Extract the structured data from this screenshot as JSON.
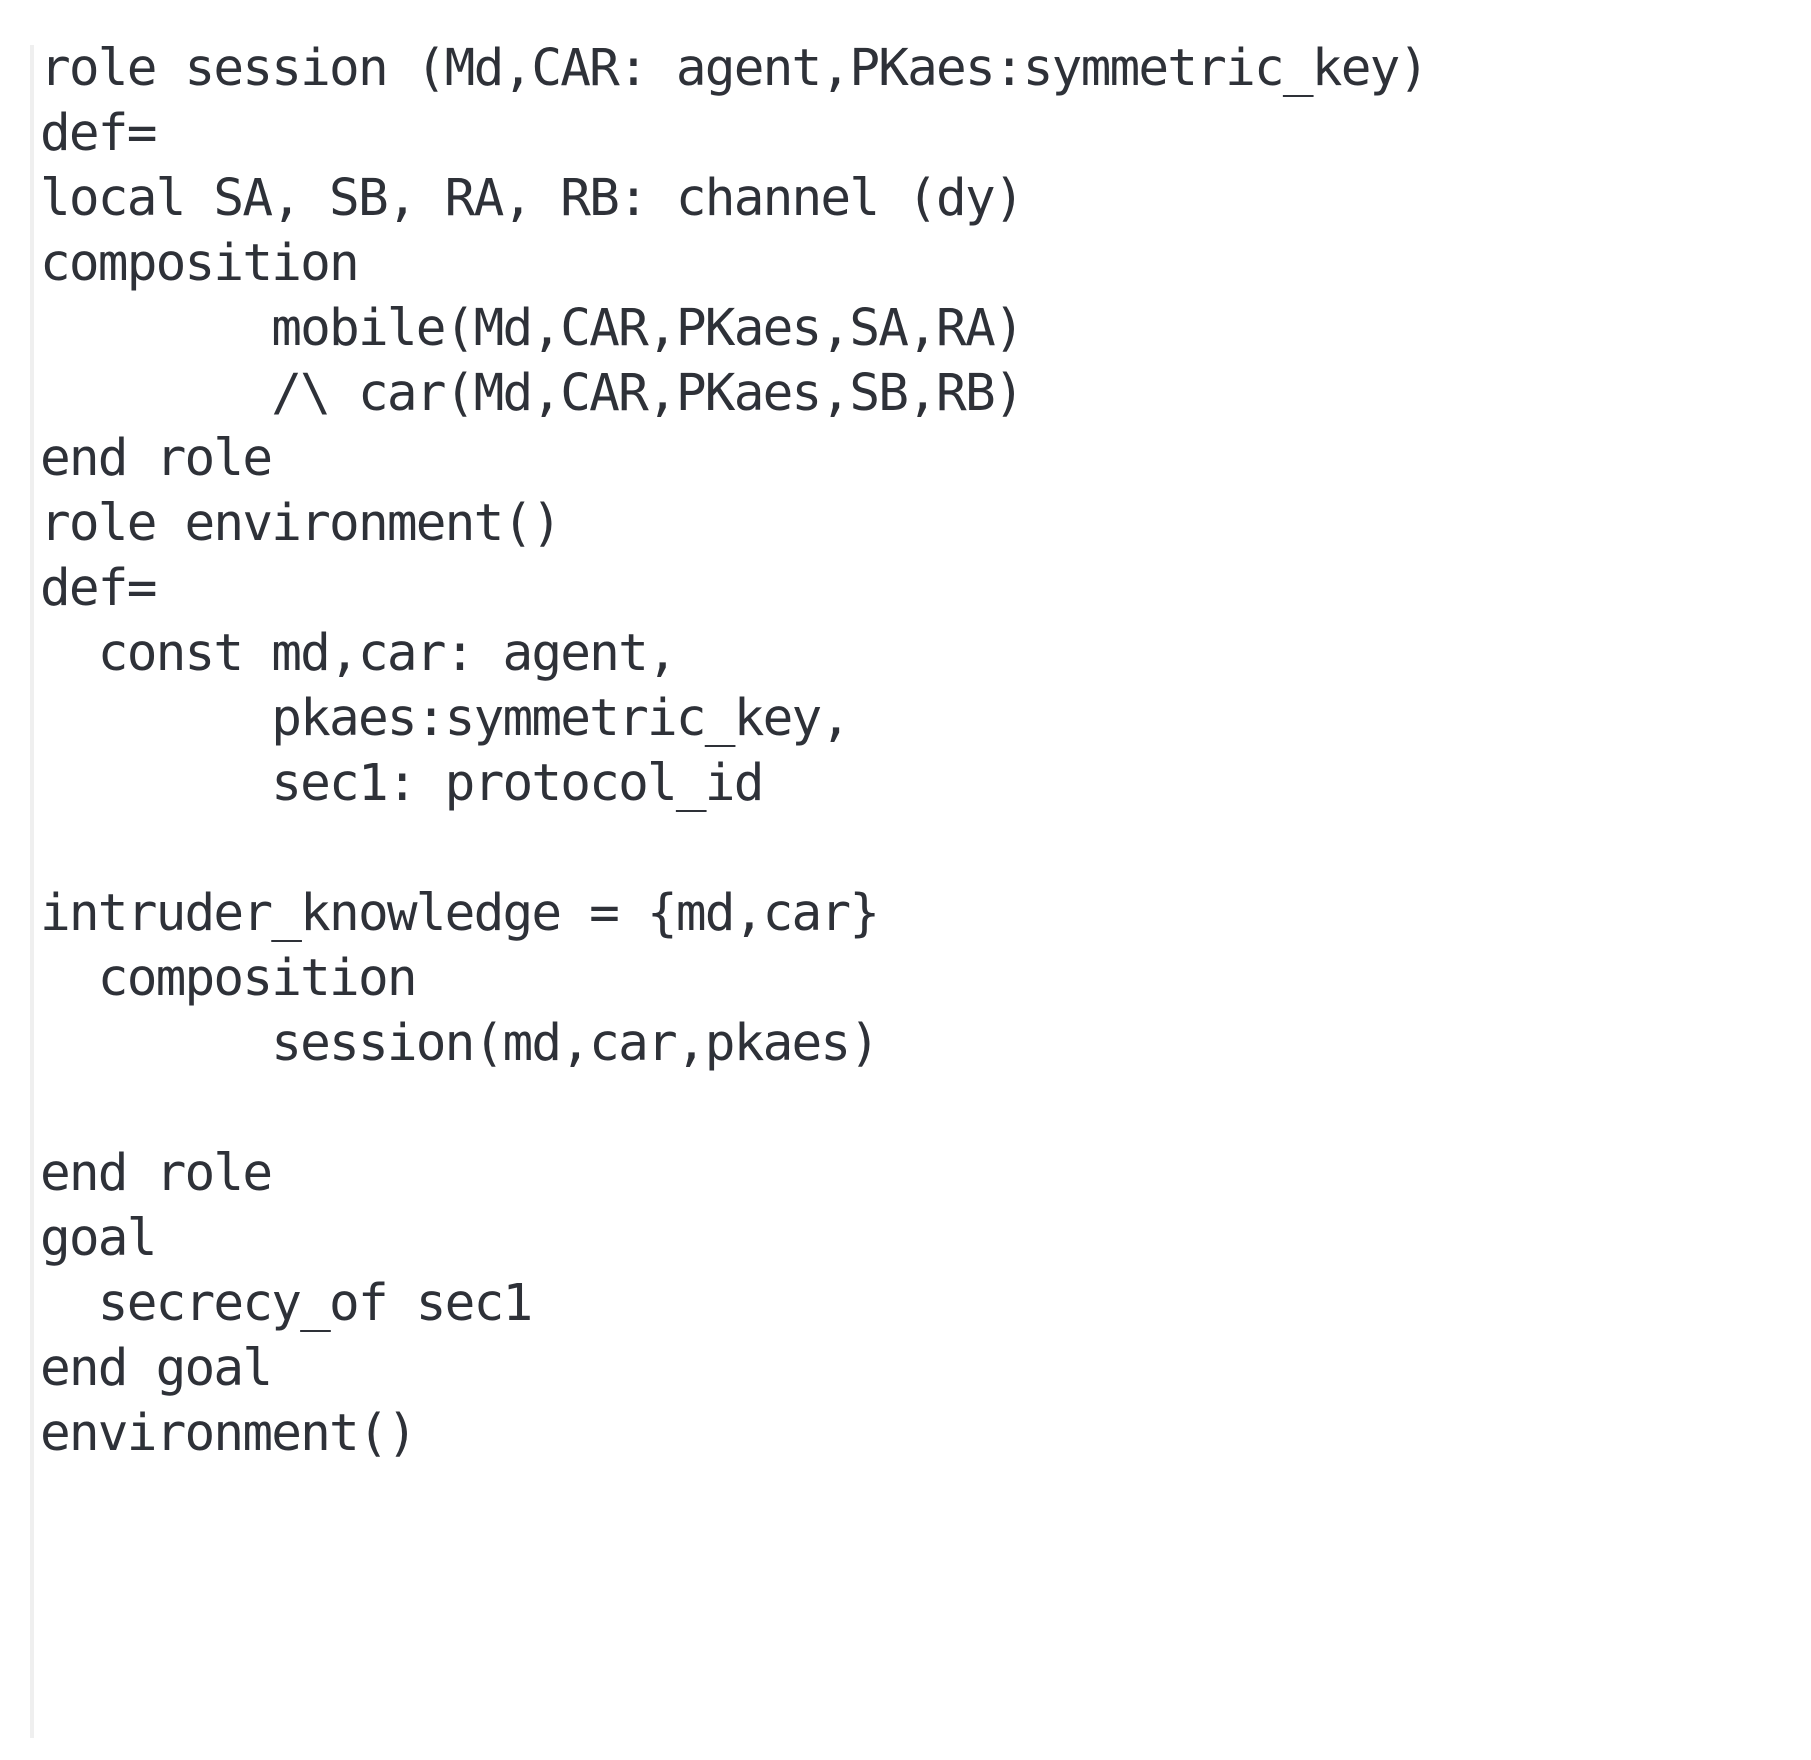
{
  "figure": {
    "kind": "code-listing",
    "language": "HLPSL",
    "background_color": "#ffffff",
    "text_color": "#2e3138",
    "gutter_rule_color": "#efefef"
  },
  "code": {
    "lines": [
      "role session (Md,CAR: agent,PKaes:symmetric_key)",
      "def=",
      "local SA, SB, RA, RB: channel (dy)",
      "composition",
      "        mobile(Md,CAR,PKaes,SA,RA)",
      "        /\\ car(Md,CAR,PKaes,SB,RB)",
      "end role",
      "role environment()",
      "def=",
      "  const md,car: agent,",
      "        pkaes:symmetric_key,",
      "        sec1: protocol_id",
      "",
      "intruder_knowledge = {md,car}",
      "  composition",
      "        session(md,car,pkaes)",
      "",
      "end role",
      "goal",
      "  secrecy_of sec1",
      "end goal",
      "environment()"
    ]
  }
}
